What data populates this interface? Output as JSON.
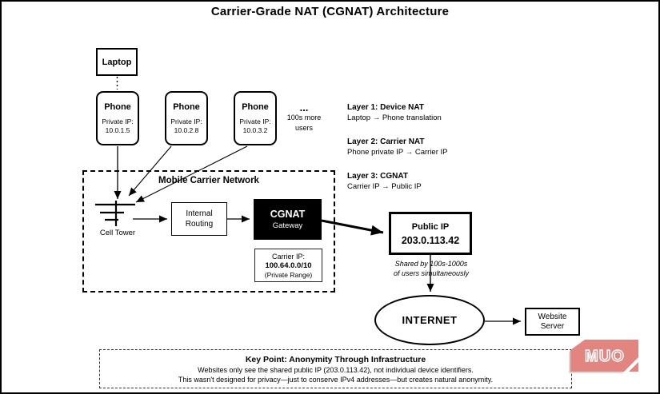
{
  "title": "Carrier-Grade NAT (CGNAT) Architecture",
  "devices": {
    "laptop_label": "Laptop",
    "phones": [
      {
        "name": "Phone",
        "ip_label": "Private IP:",
        "ip": "10.0.1.5"
      },
      {
        "name": "Phone",
        "ip_label": "Private IP:",
        "ip": "10.0.2.8"
      },
      {
        "name": "Phone",
        "ip_label": "Private IP:",
        "ip": "10.0.3.2"
      }
    ],
    "more_users": {
      "dots": "...",
      "line1": "100s more",
      "line2": "users"
    }
  },
  "layers": [
    {
      "title": "Layer 1: Device NAT",
      "desc": "Laptop → Phone translation"
    },
    {
      "title": "Layer 2: Carrier NAT",
      "desc": "Phone private IP → Carrier IP"
    },
    {
      "title": "Layer 3: CGNAT",
      "desc": "Carrier IP → Public IP"
    }
  ],
  "carrier_network": {
    "label": "Mobile Carrier Network",
    "cell_tower_label": "Cell Tower",
    "internal_routing": {
      "line1": "Internal",
      "line2": "Routing"
    },
    "cgnat_gateway": {
      "line1": "CGNAT",
      "line2": "Gateway"
    },
    "carrier_ip": {
      "line1": "Carrier IP:",
      "line2": "100.64.0.0/10",
      "line3": "(Private Range)"
    }
  },
  "public_ip": {
    "line1": "Public IP",
    "line2": "203.0.113.42"
  },
  "shared_note": {
    "line1": "Shared by 100s-1000s",
    "line2": "of users simultaneously"
  },
  "internet_label": "INTERNET",
  "website_server": {
    "line1": "Website",
    "line2": "Server"
  },
  "key_point": {
    "title": "Key Point: Anonymity Through Infrastructure",
    "line1": "Websites only see the shared public IP (203.0.113.42), not individual device identifiers.",
    "line2": "This wasn't designed for privacy—just to conserve IPv4 addresses—but creates natural anonymity."
  },
  "logo": {
    "text": "MUO"
  },
  "colors": {
    "logo_fill": "#e2847f",
    "logo_shadow": "#d9d9d9",
    "line": "#000000"
  }
}
